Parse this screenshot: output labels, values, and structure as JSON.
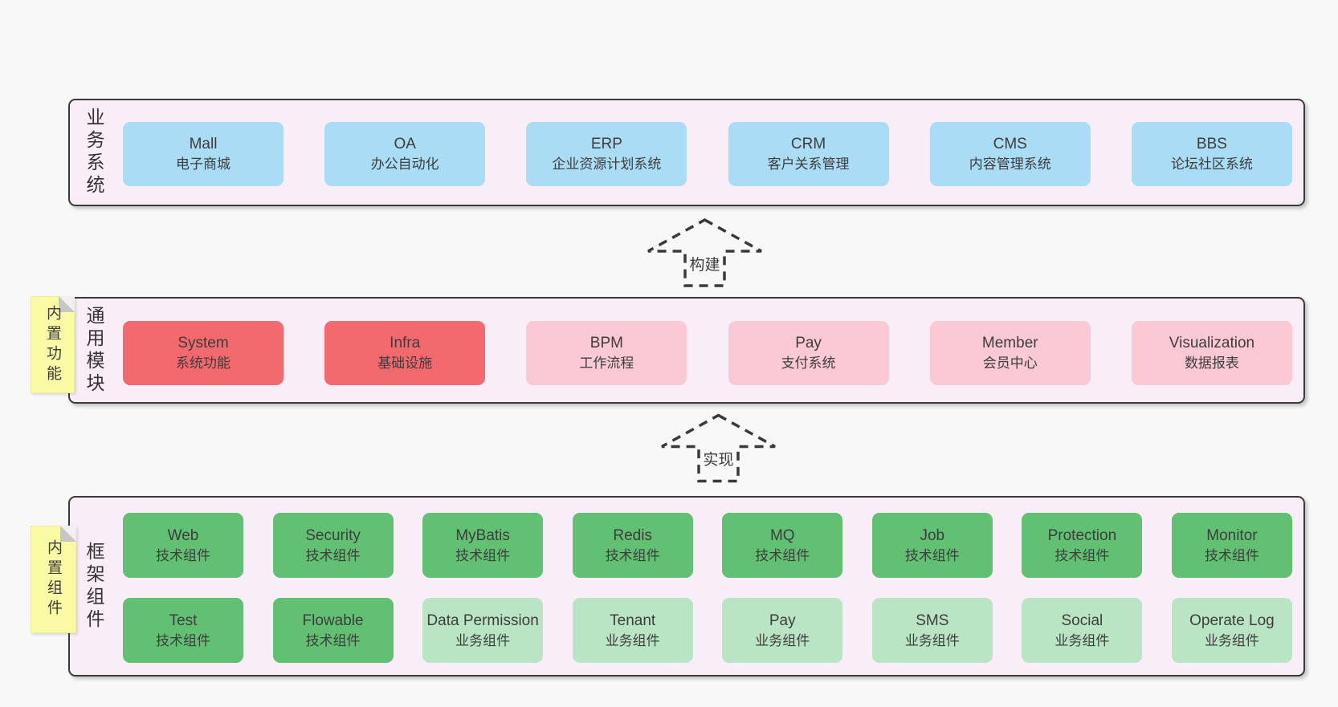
{
  "colors": {
    "page_bg": "#f8f8f8",
    "band_bg": "#f9eef7",
    "band_border": "#3a3a3a",
    "business_box": "#aadcf5",
    "core_module_box": "#f2696e",
    "optional_module_box": "#fbc9d4",
    "tech_component_box": "#62c073",
    "biz_component_box": "#b9e5c5",
    "sticky_note": "#fbfba5"
  },
  "bands": [
    {
      "label": "业务系统",
      "boxes": [
        {
          "title": "Mall",
          "subtitle": "电子商城"
        },
        {
          "title": "OA",
          "subtitle": "办公自动化"
        },
        {
          "title": "ERP",
          "subtitle": "企业资源计划系统"
        },
        {
          "title": "CRM",
          "subtitle": "客户关系管理"
        },
        {
          "title": "CMS",
          "subtitle": "内容管理系统"
        },
        {
          "title": "BBS",
          "subtitle": "论坛社区系统"
        }
      ]
    },
    {
      "label": "通用模块",
      "boxes": [
        {
          "title": "System",
          "subtitle": "系统功能"
        },
        {
          "title": "Infra",
          "subtitle": "基础设施"
        },
        {
          "title": "BPM",
          "subtitle": "工作流程"
        },
        {
          "title": "Pay",
          "subtitle": "支付系统"
        },
        {
          "title": "Member",
          "subtitle": "会员中心"
        },
        {
          "title": "Visualization",
          "subtitle": "数据报表"
        }
      ]
    },
    {
      "label": "框架组件",
      "rows": [
        [
          {
            "title": "Web",
            "subtitle": "技术组件"
          },
          {
            "title": "Security",
            "subtitle": "技术组件"
          },
          {
            "title": "MyBatis",
            "subtitle": "技术组件"
          },
          {
            "title": "Redis",
            "subtitle": "技术组件"
          },
          {
            "title": "MQ",
            "subtitle": "技术组件"
          },
          {
            "title": "Job",
            "subtitle": "技术组件"
          },
          {
            "title": "Protection",
            "subtitle": "技术组件"
          },
          {
            "title": "Monitor",
            "subtitle": "技术组件"
          }
        ],
        [
          {
            "title": "Test",
            "subtitle": "技术组件"
          },
          {
            "title": "Flowable",
            "subtitle": "技术组件"
          },
          {
            "title": "Data Permission",
            "subtitle": "业务组件"
          },
          {
            "title": "Tenant",
            "subtitle": "业务组件"
          },
          {
            "title": "Pay",
            "subtitle": "业务组件"
          },
          {
            "title": "SMS",
            "subtitle": "业务组件"
          },
          {
            "title": "Social",
            "subtitle": "业务组件"
          },
          {
            "title": "Operate Log",
            "subtitle": "业务组件"
          }
        ]
      ]
    }
  ],
  "arrows": [
    {
      "label": "构建"
    },
    {
      "label": "实现"
    }
  ],
  "stickies": [
    {
      "label": "内置功能"
    },
    {
      "label": "内置组件"
    }
  ]
}
